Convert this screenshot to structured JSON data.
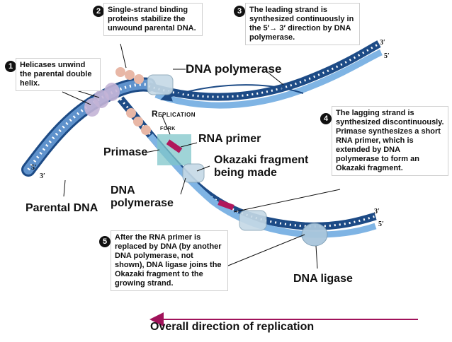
{
  "notes": {
    "n1": {
      "num": "1",
      "text": "Helicases unwind the parental double helix."
    },
    "n2": {
      "num": "2",
      "text": "Single-strand binding proteins stabilize the unwound parental DNA."
    },
    "n3": {
      "num": "3",
      "text": "The leading strand is synthesized continuously in the 5′→ 3′ direction by DNA polymerase."
    },
    "n4": {
      "num": "4",
      "text": "The lagging strand is synthesized discontinuously. Primase synthesizes a short RNA primer, which is extended by DNA polymerase to form an Okazaki fragment."
    },
    "n5": {
      "num": "5",
      "text": "After the RNA primer is replaced by DNA (by another DNA polymerase, not shown), DNA ligase joins the Okazaki fragment to the growing strand."
    }
  },
  "labels": {
    "dna_polymerase_top": "DNA polymerase",
    "replication_fork_1": "Replication",
    "replication_fork_2": "fork",
    "rna_primer": "RNA primer",
    "primase": "Primase",
    "okazaki_1": "Okazaki fragment",
    "okazaki_2": "being made",
    "dna_polymerase_lower_1": "DNA",
    "dna_polymerase_lower_2": "polymerase",
    "parental_dna": "Parental DNA",
    "dna_ligase": "DNA ligase",
    "overall_direction": "Overall direction of replication"
  },
  "ends": {
    "left_5": "5′",
    "left_3": "3′",
    "top_3": "3′",
    "top_5": "5′",
    "low_3": "3′",
    "low_5": "5′"
  },
  "colors": {
    "parental_strand": "#2c5e9e",
    "new_strand": "#7fb4e4",
    "helicase": "#c3b4d6",
    "ssb_protein": "#e8b7a6",
    "polymerase": "#c5d9e6",
    "primase_box": "#7fc6c9",
    "rna_primer": "#b0185c",
    "arrow": "#a0125a"
  }
}
